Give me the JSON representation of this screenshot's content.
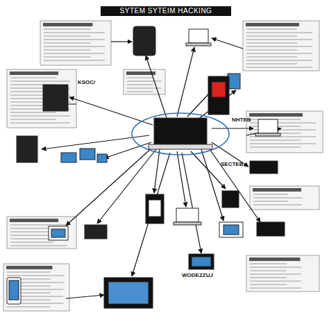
{
  "diagram": {
    "title": "SYTEM SYTEIM HACKING",
    "labels": [
      "KSOC/",
      "NHTEB",
      "SECTEB",
      "WODEZZUJ"
    ]
  }
}
